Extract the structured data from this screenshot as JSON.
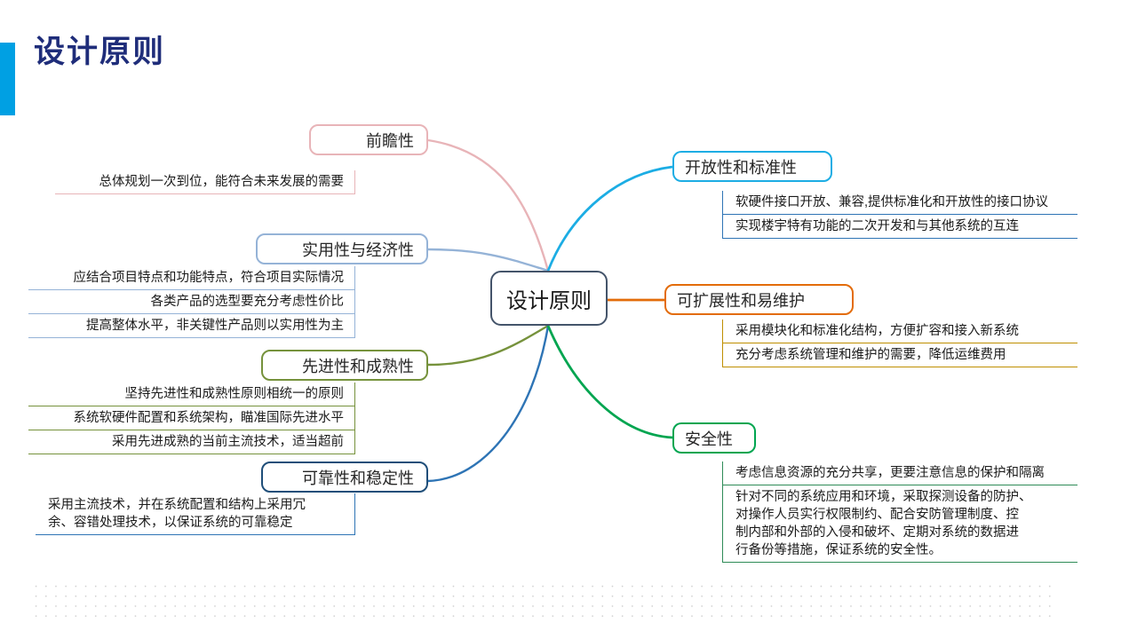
{
  "header": {
    "title": "设计原则",
    "accent_color": "#00A0E3",
    "title_color": "#1F2D7A"
  },
  "central": {
    "label": "设计原则",
    "border_color": "#44546A"
  },
  "branches": [
    {
      "id": "qianzhanxing",
      "label": "前瞻性",
      "side": "left",
      "color": "#E8B4B8",
      "text_color": "#404040",
      "items": [
        "总体规划一次到位，能符合未来发展的需要"
      ]
    },
    {
      "id": "shiyongxing-yu-jingjixing",
      "label": "实用性与经济性",
      "side": "left",
      "color": "#95B3D7",
      "text_color": "#404040",
      "items": [
        "应结合项目特点和功能特点，符合项目实际情况",
        "各类产品的选型要充分考虑性价比",
        "提高整体水平，非关键性产品则以实用性为主"
      ]
    },
    {
      "id": "xianjinxing-he-chengshuxing",
      "label": "先进性和成熟性",
      "side": "left",
      "color": "#76923C",
      "text_color": "#404040",
      "items": [
        "坚持先进性和成熟性原则相统一的原则",
        "系统软硬件配置和系统架构，瞄准国际先进水平",
        "采用先进成熟的当前主流技术，适当超前"
      ]
    },
    {
      "id": "kekaoxing-he-wendingxing",
      "label": "可靠性和稳定性",
      "side": "left",
      "color": "#1F4E79",
      "text_color": "#404040",
      "items": [
        "采用主流技术，并在系统配置和结构上采用冗\n余、容错处理技术，以保证系统的可靠稳定"
      ]
    },
    {
      "id": "kaifangxing-he-biaozhunxing",
      "label": "开放性和标准性",
      "side": "right",
      "color": "#1CADE4",
      "text_color": "#404040",
      "items": [
        "软硬件接口开放、兼容,提供标准化和开放性的接口协议",
        "实现楼宇特有功能的二次开发和与其他系统的互连"
      ]
    },
    {
      "id": "kekuozhanxing-he-yiweihu",
      "label": "可扩展性和易维护",
      "side": "right",
      "color": "#E36C0A",
      "text_color": "#404040",
      "items": [
        "采用模块化和标准化结构，方便扩容和接入新系统",
        "充分考虑系统管理和维护的需要，降低运维费用"
      ]
    },
    {
      "id": "anquanxing",
      "label": "安全性",
      "side": "right",
      "color": "#00A550",
      "text_color": "#404040",
      "items": [
        "考虑信息资源的充分共享，更要注意信息的保护和隔离",
        "针对不同的系统应用和环境，采取探测设备的防护、\n对操作人员实行权限制约、配合安防管理制度、控\n制内部和外部的入侵和破坏、定期对系统的数据进\n行备份等措施，保证系统的安全性。"
      ]
    }
  ],
  "decor": {
    "dot_grid_color": "#cfcfcf"
  }
}
